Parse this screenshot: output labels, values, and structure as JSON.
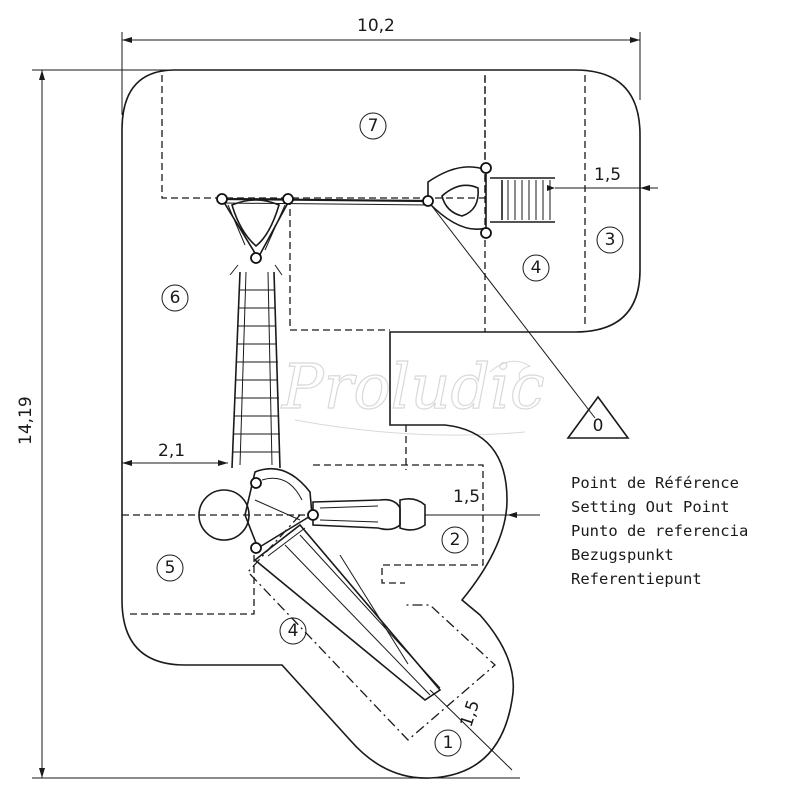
{
  "dimensions": {
    "total_width": "10,2",
    "total_height": "14,19",
    "clearance_right_top": "1,5",
    "clearance_right_mid": "1,5",
    "clearance_left": "2,1",
    "clearance_slide": "1,5"
  },
  "zones": [
    "1",
    "2",
    "3",
    "4",
    "4",
    "5",
    "6",
    "7"
  ],
  "reference_marker": "0",
  "legend": [
    "Point de Référence",
    "Setting Out Point",
    "Punto de referencia",
    "Bezugspunkt",
    "Referentiepunt"
  ],
  "watermark": "Proludic"
}
